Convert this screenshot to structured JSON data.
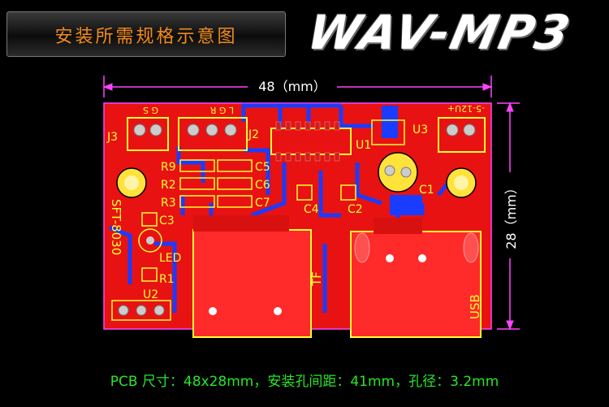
{
  "header": {
    "title": "安装所需规格示意图",
    "brand": "WAV-MP3"
  },
  "dimensions": {
    "width_label": "48（mm）",
    "height_label": "28（mm）"
  },
  "board": {
    "labels": {
      "j3": "J3",
      "j3_pins": "G S",
      "j2": "J2",
      "j2_pins": "L G R",
      "u1": "U1",
      "u3": "U3",
      "power_pins": "-5-12U+",
      "r9": "R9",
      "r2": "R2",
      "r3": "R3",
      "c5": "C5",
      "c6": "C6",
      "c7": "C7",
      "c4": "C4",
      "c2": "C2",
      "c1": "C1",
      "c3": "C3",
      "led": "LED",
      "r1": "R1",
      "u2": "U2",
      "model": "SFT-8030",
      "tf": "TF",
      "usb": "USB"
    },
    "colors": {
      "pcb": "#f01414",
      "silkscreen": "#ffff33",
      "copper_blue": "#1a3cff",
      "outline": "#ff44ff"
    }
  },
  "footer": {
    "caption": "PCB 尺寸：48x28mm，安装孔间距：41mm，孔径：3.2mm"
  }
}
